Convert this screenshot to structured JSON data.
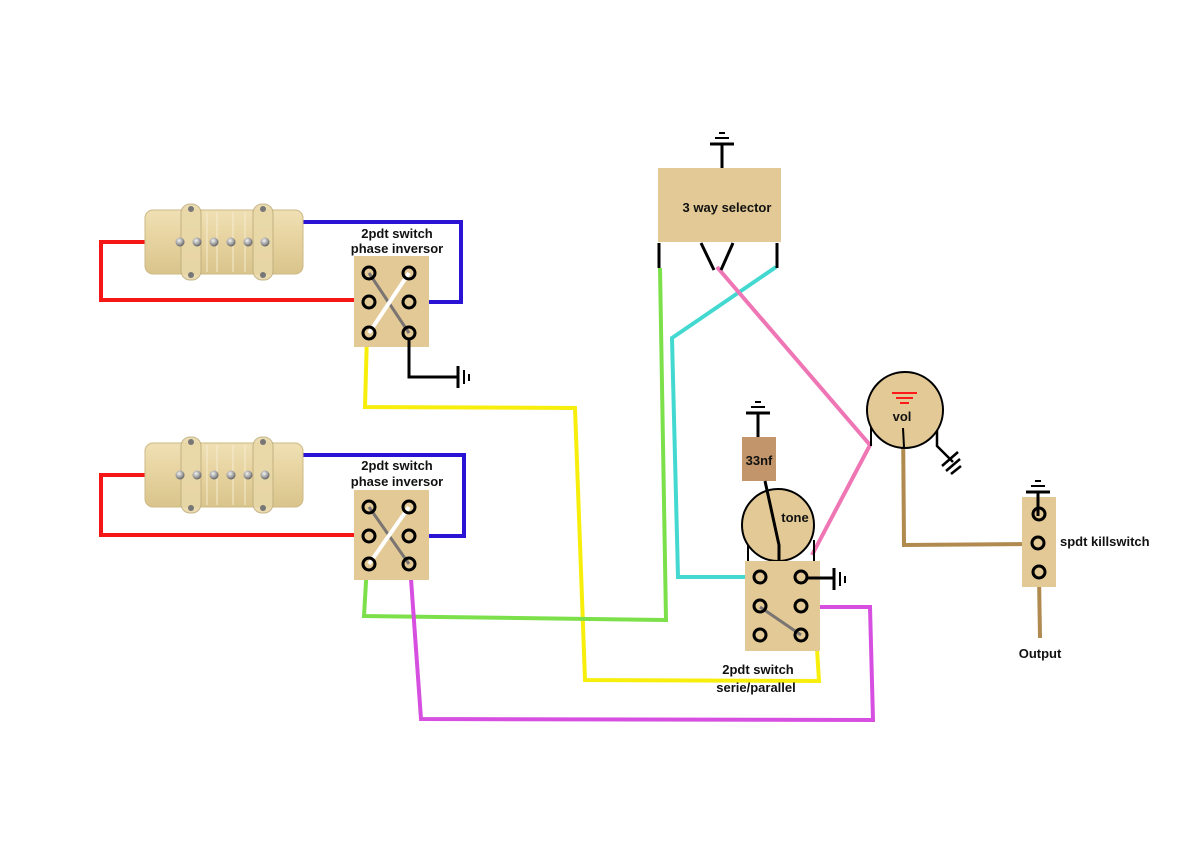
{
  "title": "Guitar wiring diagram",
  "components": {
    "pickup_top": {
      "type": "pickup",
      "poles": 6
    },
    "pickup_bottom": {
      "type": "pickup",
      "poles": 6
    },
    "switch_top": {
      "line1": "2pdt switch",
      "line2": "phase inversor"
    },
    "switch_bottom": {
      "line1": "2pdt switch",
      "line2": "phase inversor"
    },
    "selector": {
      "label": "3 way selector"
    },
    "capacitor": {
      "label": "33nf"
    },
    "tone_pot": {
      "label": "tone"
    },
    "volume_pot": {
      "label": "vol"
    },
    "switch_serie": {
      "line1": "2pdt switch",
      "line2": "serie/parallel"
    },
    "killswitch": {
      "label": "spdt killswitch"
    },
    "output": {
      "label": "Output"
    }
  },
  "colors": {
    "component_fill": "#e2c995",
    "capacitor_fill": "#c2956a",
    "wire_red": "#f51616",
    "wire_blue": "#2b13d6",
    "wire_yellow": "#f7ee0c",
    "wire_green": "#7be04a",
    "wire_magenta": "#d64fe0",
    "wire_cyan": "#43d9d1",
    "wire_pink": "#ef76b5",
    "wire_brown": "#b08a4e",
    "wire_black": "#000000"
  }
}
